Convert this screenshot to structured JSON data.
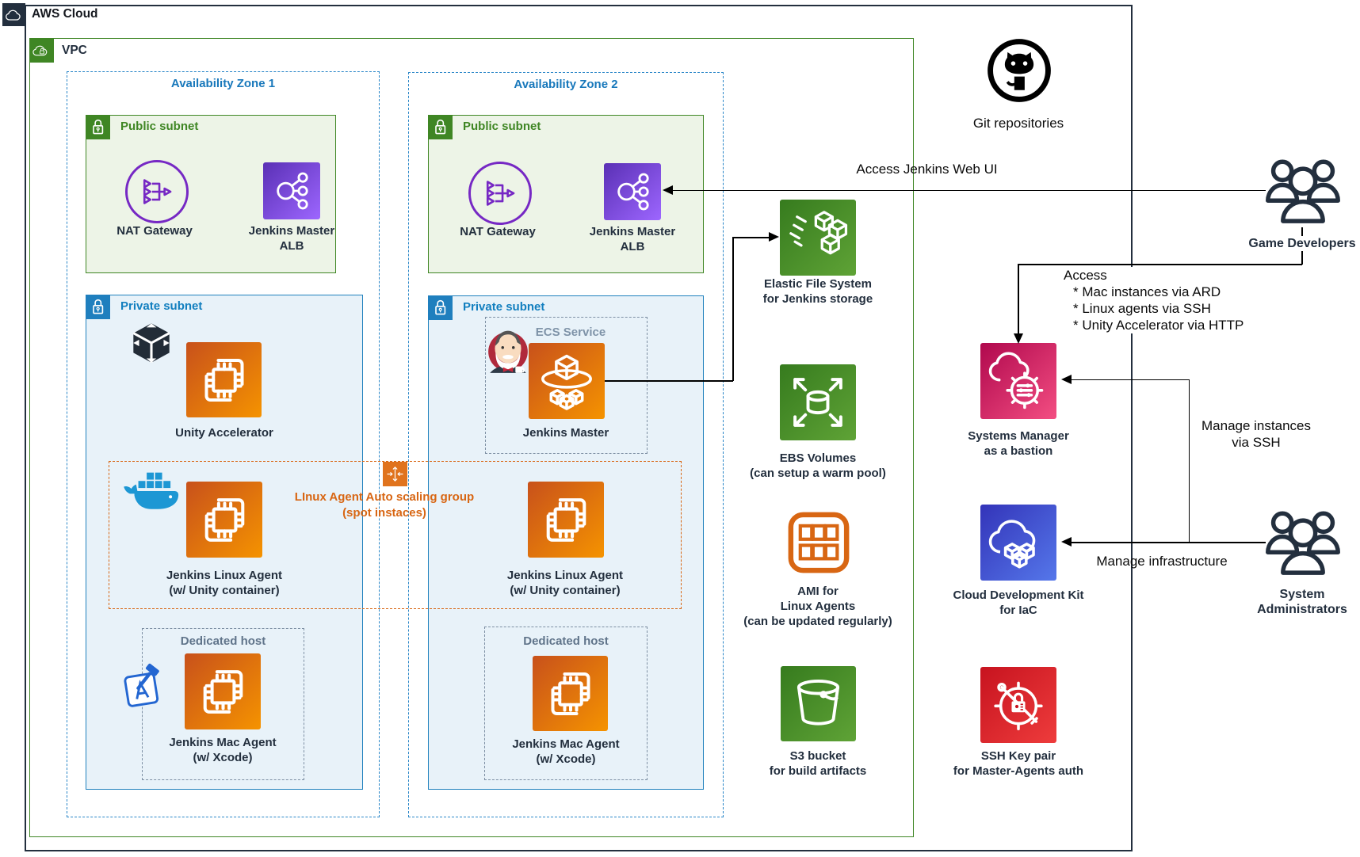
{
  "colors": {
    "aws_border": "#232f3e",
    "vpc_green": "#3f8624",
    "az_blue": "#2b87c8",
    "subnet_label_green": "#3f8624",
    "subnet_label_blue": "#127fbf",
    "asg_orange": "#d86613",
    "ec2_orange": "#ed7100",
    "nat_purple": "#7628c4",
    "ssm_pink": "#e0306e",
    "cdk_blue": "#4455d0",
    "ssh_red": "#d6202c",
    "line_black": "#000000"
  },
  "aws_cloud": {
    "label": "AWS Cloud"
  },
  "vpc": {
    "label": "VPC"
  },
  "az1": {
    "label": "Availability Zone 1",
    "public_subnet": {
      "label": "Public subnet",
      "nat": "NAT Gateway",
      "alb_line1": "Jenkins Master",
      "alb_line2": "ALB"
    },
    "private_subnet": {
      "label": "Private subnet",
      "unity_accelerator": "Unity Accelerator",
      "linux_agent_line1": "Jenkins Linux Agent",
      "linux_agent_line2": "(w/ Unity container)",
      "dedicated_host": "Dedicated host",
      "mac_agent_line1": "Jenkins Mac Agent",
      "mac_agent_line2": "(w/ Xcode)"
    }
  },
  "az2": {
    "label": "Availability Zone 2",
    "public_subnet": {
      "label": "Public subnet",
      "nat": "NAT Gateway",
      "alb_line1": "Jenkins Master",
      "alb_line2": "ALB"
    },
    "private_subnet": {
      "label": "Private subnet",
      "ecs_service": "ECS Service",
      "jenkins_master": "Jenkins Master",
      "linux_agent_line1": "Jenkins Linux Agent",
      "linux_agent_line2": "(w/ Unity container)",
      "dedicated_host": "Dedicated host",
      "mac_agent_line1": "Jenkins Mac Agent",
      "mac_agent_line2": "(w/ Xcode)"
    }
  },
  "asg": {
    "line1": "LInux Agent Auto scaling group",
    "line2": "(spot instaces)"
  },
  "storage": {
    "efs_line1": "Elastic File System",
    "efs_line2": "for Jenkins storage",
    "ebs_line1": "EBS Volumes",
    "ebs_line2": "(can setup a warm pool)",
    "ami_line1": "AMI for",
    "ami_line2": "Linux Agents",
    "ami_line3": "(can be updated regularly)",
    "s3_line1": "S3 bucket",
    "s3_line2": "for build artifacts"
  },
  "right_column": {
    "git": "Git repositories",
    "ssm_line1": "Systems Manager",
    "ssm_line2": "as a bastion",
    "cdk_line1": "Cloud Development Kit",
    "cdk_line2": "for IaC",
    "ssh_line1": "SSH Key pair",
    "ssh_line2": "for Master-Agents auth",
    "game_developers": "Game Developers",
    "sysadmin_line1": "System",
    "sysadmin_line2": "Administrators"
  },
  "annotations": {
    "web_ui": "Access Jenkins Web UI",
    "access_title": "Access",
    "access1": "* Mac instances via ARD",
    "access2": "* Linux agents via SSH",
    "access3": "* Unity Accelerator via HTTP",
    "manage_instances_line1": "Manage instances",
    "manage_instances_line2": "via SSH",
    "manage_infrastructure": "Manage infrastructure"
  }
}
